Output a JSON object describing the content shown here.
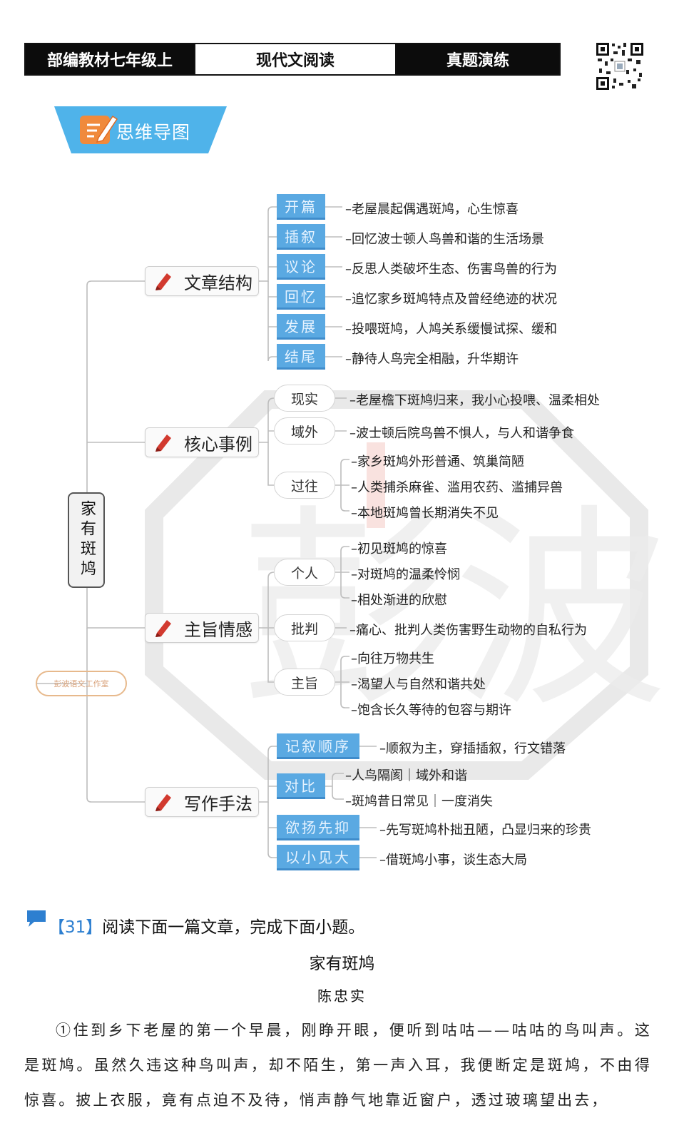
{
  "header": {
    "cells": [
      "部编教材七年级上",
      "现代文阅读",
      "真题演练"
    ],
    "qr_icon": "qr-code-icon"
  },
  "banner": {
    "title": "思维导图",
    "icon": "pencil-note-icon"
  },
  "mindmap": {
    "root": "家有斑鸠",
    "watermark_tag": "彭波语文工作室",
    "branches": [
      {
        "label": "文章结构",
        "children": [
          {
            "label": "开篇",
            "leaves": [
              "–老屋晨起偶遇斑鸠，心生惊喜"
            ]
          },
          {
            "label": "插叙",
            "leaves": [
              "–回忆波士顿人鸟兽和谐的生活场景"
            ]
          },
          {
            "label": "议论",
            "leaves": [
              "–反思人类破坏生态、伤害鸟兽的行为"
            ]
          },
          {
            "label": "回忆",
            "leaves": [
              "–追忆家乡斑鸠特点及曾经绝迹的状况"
            ]
          },
          {
            "label": "发展",
            "leaves": [
              "–投喂斑鸠，人鸠关系缓慢试探、缓和"
            ]
          },
          {
            "label": "结尾",
            "leaves": [
              "–静待人鸟完全相融，升华期许"
            ]
          }
        ]
      },
      {
        "label": "核心事例",
        "children": [
          {
            "label": "现实",
            "leaves": [
              "–老屋檐下斑鸠归来，我小心投喂、温柔相处"
            ]
          },
          {
            "label": "域外",
            "leaves": [
              "–波士顿后院鸟兽不惧人，与人和谐争食"
            ]
          },
          {
            "label": "过往",
            "leaves": [
              "–家乡斑鸠外形普通、筑巢简陋",
              "–人类捕杀麻雀、滥用农药、滥捕异兽",
              "–本地斑鸠曾长期消失不见"
            ]
          }
        ]
      },
      {
        "label": "主旨情感",
        "children": [
          {
            "label": "个人",
            "leaves": [
              "–初见斑鸠的惊喜",
              "–对斑鸠的温柔怜悯",
              "–相处渐进的欣慰"
            ]
          },
          {
            "label": "批判",
            "leaves": [
              "–痛心、批判人类伤害野生动物的自私行为"
            ]
          },
          {
            "label": "主旨",
            "leaves": [
              "–向往万物共生",
              "–渴望人与自然和谐共处",
              "–饱含长久等待的包容与期许"
            ]
          }
        ]
      },
      {
        "label": "写作手法",
        "children": [
          {
            "label": "记叙顺序",
            "leaves": [
              "–顺叙为主，穿插插叙，行文错落"
            ]
          },
          {
            "label": "对比",
            "leaves": [
              "–人鸟隔阂｜域外和谐",
              "–斑鸠昔日常见｜一度消失"
            ]
          },
          {
            "label": "欲扬先抑",
            "leaves": [
              "–先写斑鸠朴拙丑陋，凸显归来的珍贵"
            ]
          },
          {
            "label": "以小见大",
            "leaves": [
              "–借斑鸠小事，谈生态大局"
            ]
          }
        ]
      }
    ]
  },
  "question": {
    "number": "【31】",
    "prompt": "阅读下面一篇文章，完成下面小题。",
    "article_title": "家有斑鸠",
    "author": "陈忠实",
    "paragraph_1": "①住到乡下老屋的第一个早晨，刚睁开眼，便听到咕咕——咕咕的鸟叫声。这是斑鸠。虽然久违这种鸟叫声，却不陌生，第一声入耳，我便断定是斑鸠，不由得惊喜。披上衣服，竟有点迫不及待，悄声静气地靠近窗户，透过玻璃望出去，"
  },
  "colors": {
    "accent_blue": "#5aa9e2",
    "pen_red": "#d23a2f",
    "header_black": "#0c0c0c",
    "banner_blue": "#4fb3ea"
  }
}
